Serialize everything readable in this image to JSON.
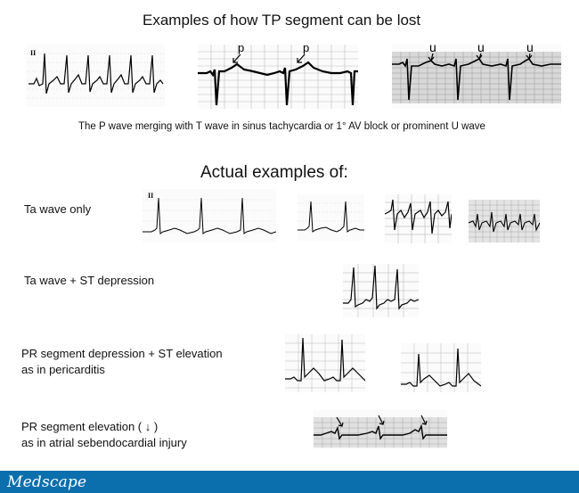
{
  "title": "Examples of how TP segment can be lost",
  "caption": "The P wave merging with T wave in sinus tachycardia or 1° AV block or prominent U wave",
  "section_heading": "Actual examples of:",
  "ecg_marks": {
    "lead": "II",
    "p": "p",
    "u": "u"
  },
  "rows": [
    {
      "label_lines": [
        "Ta wave only"
      ]
    },
    {
      "label_lines": [
        "Ta wave + ST depression"
      ]
    },
    {
      "label_lines": [
        "PR segment depression + ST elevation",
        "as in pericarditis"
      ]
    },
    {
      "label_lines": [
        "PR segment elevation ( ↓ )",
        "as in atrial sebendocardial injury"
      ]
    }
  ],
  "footer": {
    "brand": "Medscape"
  },
  "colors": {
    "footer": "#0b6fae",
    "grid": "#bdbdbd",
    "trace": "#000000"
  }
}
